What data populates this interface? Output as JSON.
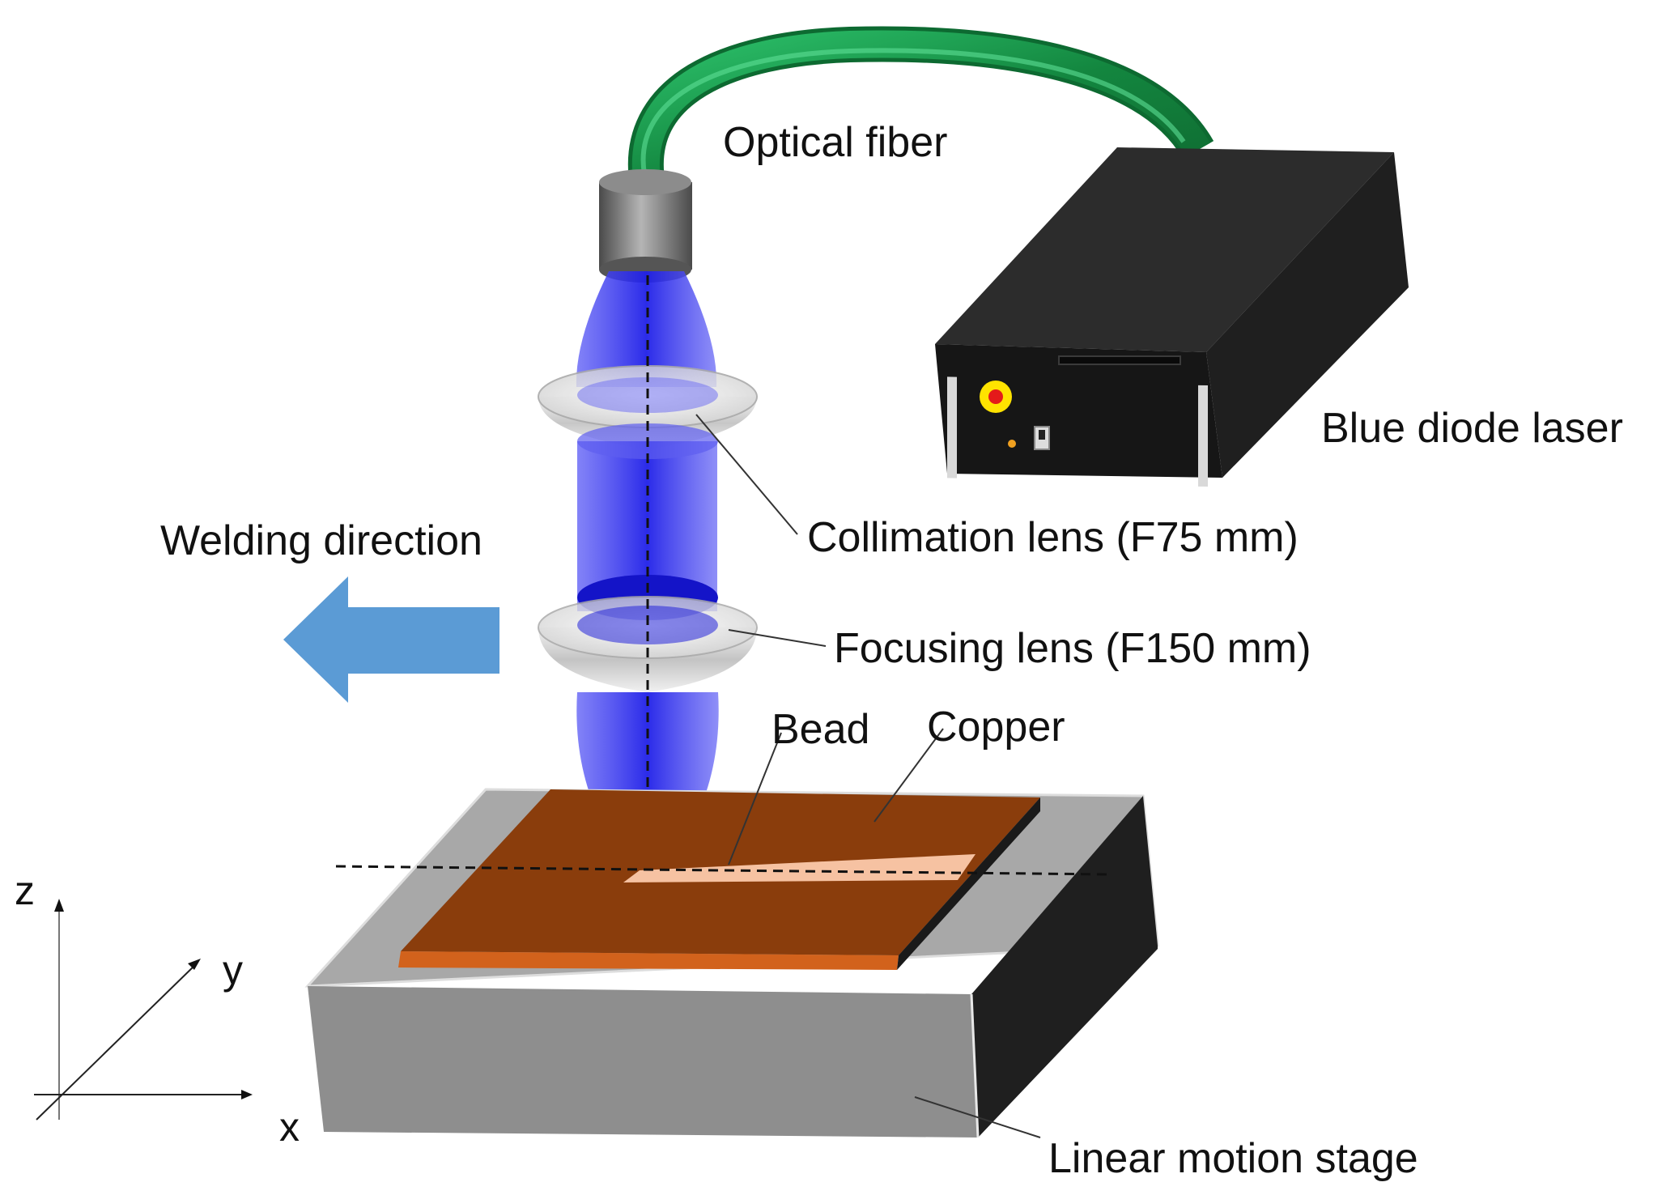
{
  "labels": {
    "optical_fiber": "Optical fiber",
    "blue_diode_laser": "Blue diode laser",
    "collimation_lens": "Collimation lens (F75 mm)",
    "welding_direction": "Welding direction",
    "focusing_lens": "Focusing lens (F150 mm)",
    "bead": "Bead",
    "copper": "Copper",
    "linear_motion_stage": "Linear motion stage"
  },
  "axes": {
    "z": "z",
    "y": "y",
    "x": "x"
  },
  "colors": {
    "fiber": "#1b9a4a",
    "beam": "#3a3af0",
    "copper": "#8a3d0c",
    "copper_edge": "#d2621c",
    "bead": "#f6c2a2",
    "stage_top": "#a9a9a9",
    "stage_front": "#8f8f8f",
    "stage_side": "#1f1f1f",
    "laser_box": "#1a1a1a",
    "arrow": "#5b9bd5",
    "lens": "#d8d8d8"
  }
}
